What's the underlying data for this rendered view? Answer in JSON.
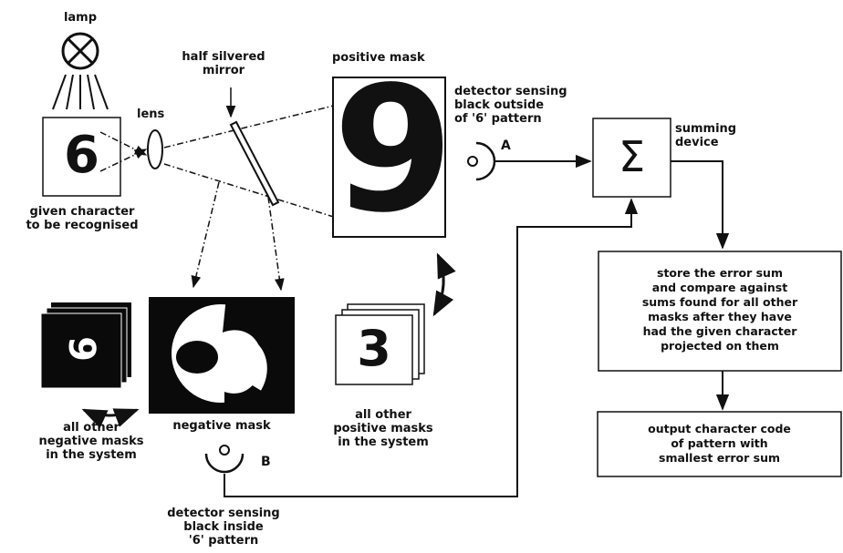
{
  "labels": {
    "lamp": "lamp",
    "lens": "lens",
    "half_silvered_mirror": "half silvered\nmirror",
    "positive_mask": "positive mask",
    "detector_a": "detector sensing\nblack outside\nof '6' pattern",
    "detector_a_letter": "A",
    "summing_device": "summing\ndevice",
    "given_character": "given character\nto be recognised",
    "negative_mask": "negative mask",
    "detector_b_letter": "B",
    "detector_b": "detector sensing\nblack inside\n'6' pattern",
    "other_negative": "all other\nnegative masks\nin the system",
    "other_positive": "all other\npositive masks\nin the system"
  },
  "characters": {
    "given": "6",
    "positive_mask": "9",
    "other_positive": "3",
    "small_negative": "9",
    "sum_symbol": "Σ"
  },
  "boxes": {
    "store": "store the error sum\nand compare against\nsums found for all other\nmasks after they have\nhad the given character\nprojected on them",
    "output": "output character code\nof pattern with\nsmallest error sum"
  }
}
